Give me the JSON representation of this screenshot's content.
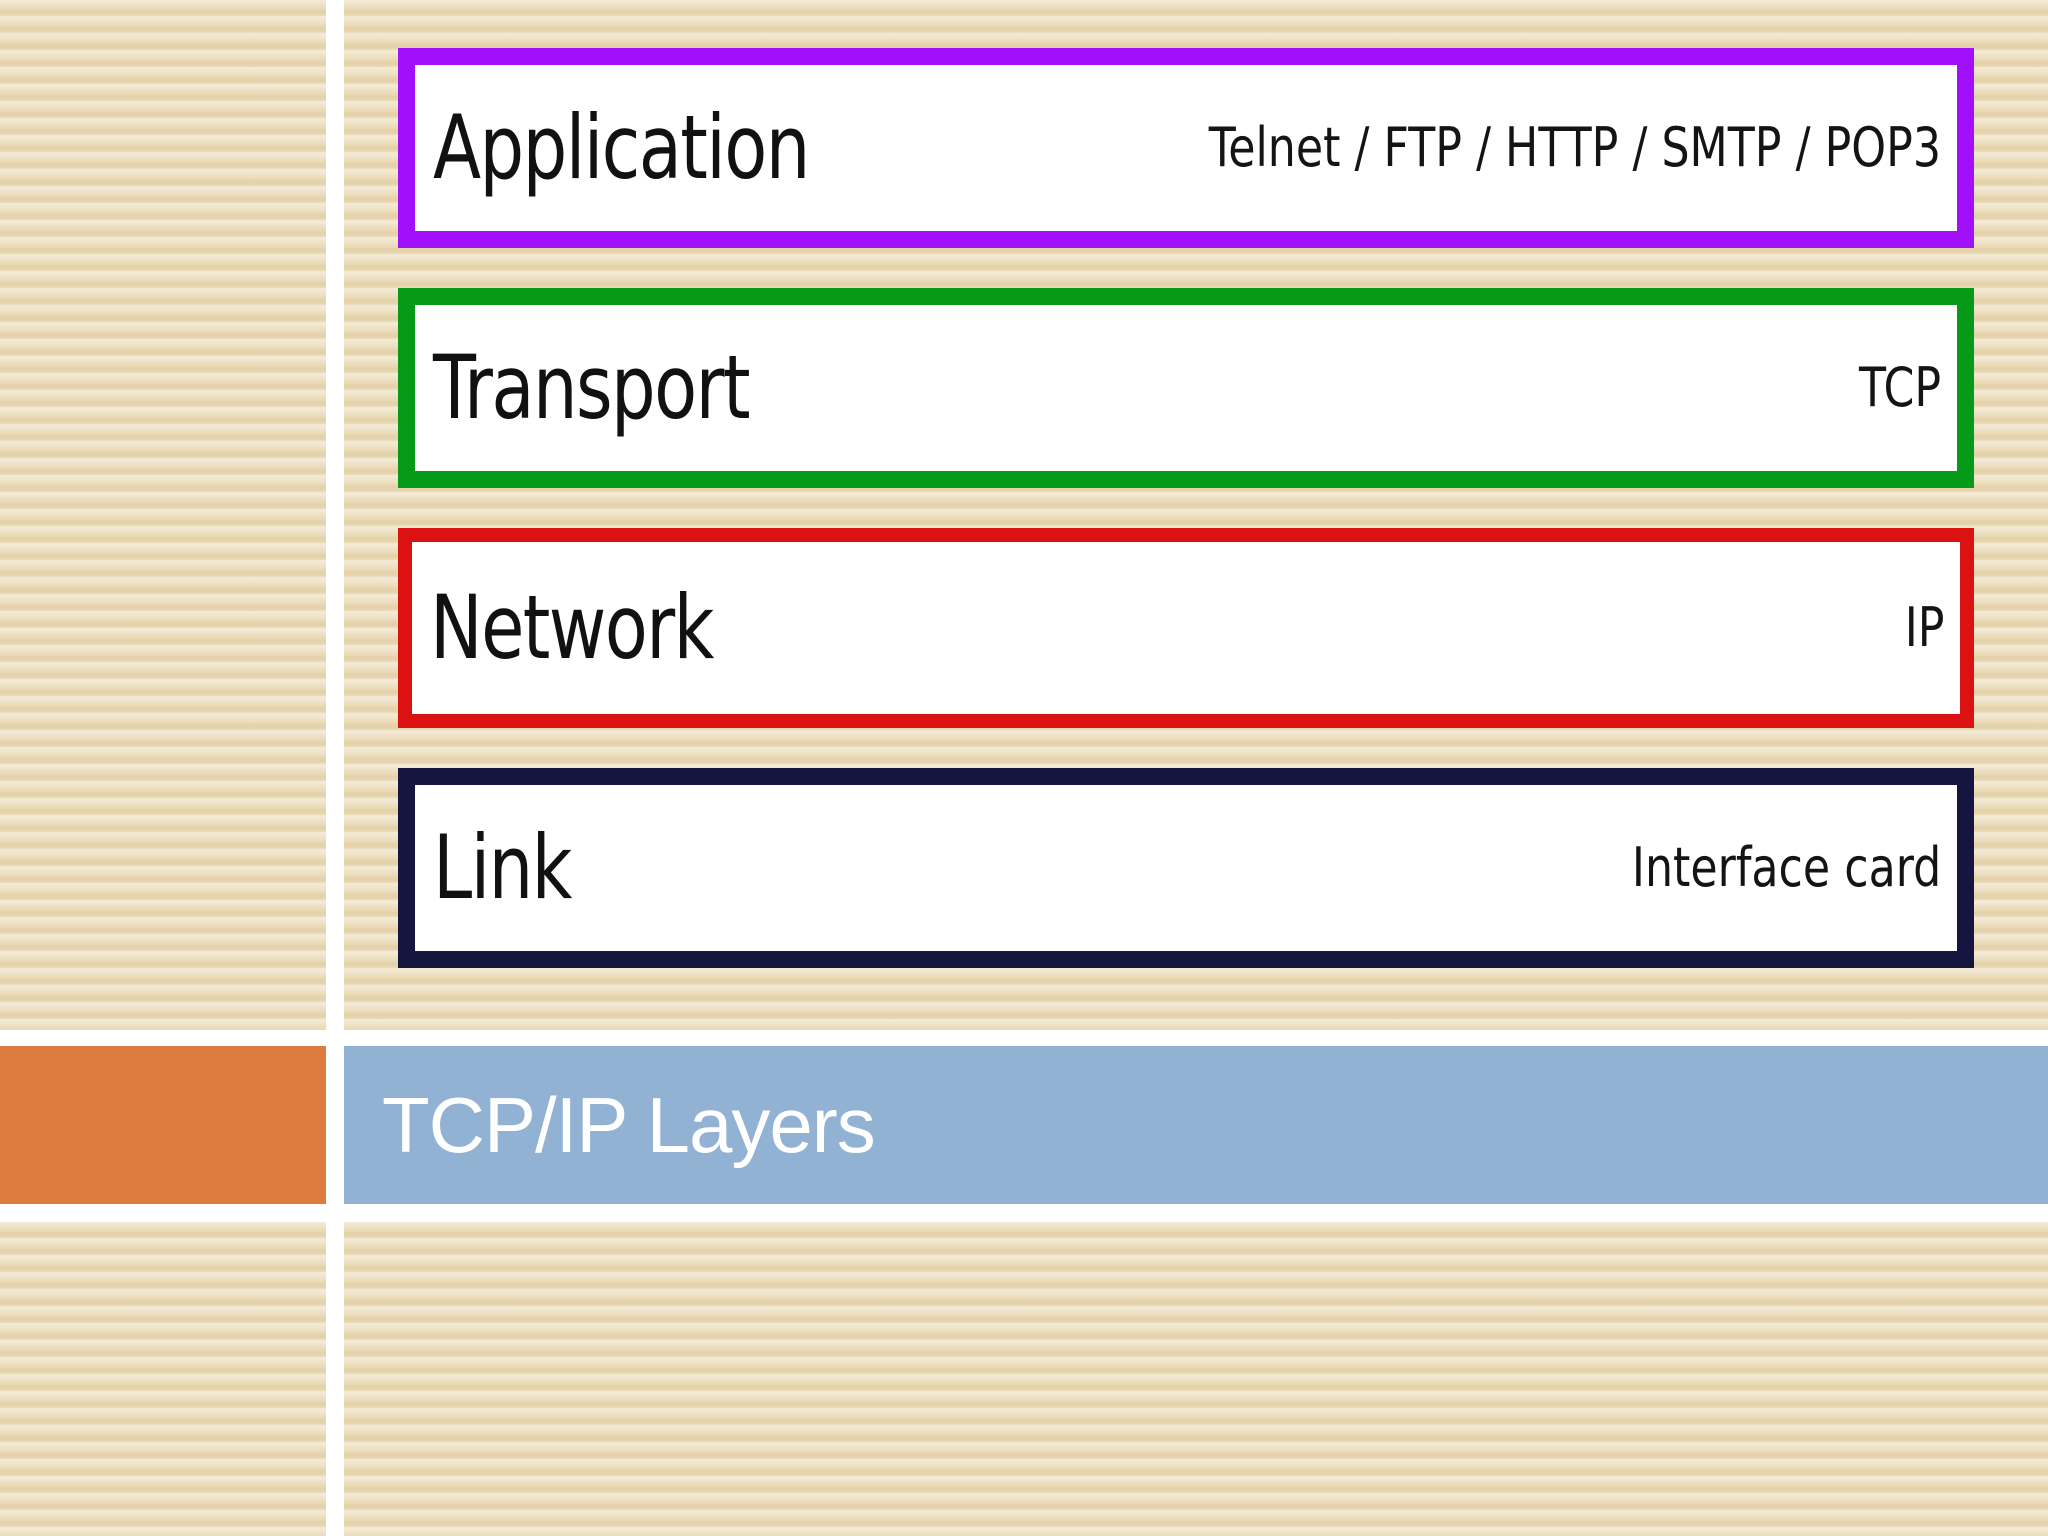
{
  "slide": {
    "title": "TCP/IP Layers",
    "background_color": "#ead9b4",
    "banner_left_color": "#dc7d3f",
    "banner_band_color": "#91b2d3",
    "banner_title_color": "#ffffff"
  },
  "layers": [
    {
      "name": "Application",
      "protocols": "Telnet / FTP / HTTP / SMTP / POP3",
      "border_color": "#a10ffb",
      "fill_color": "#ffffff"
    },
    {
      "name": "Transport",
      "protocols": "TCP",
      "border_color": "#059b18",
      "fill_color": "#ffffff"
    },
    {
      "name": "Network",
      "protocols": "IP",
      "border_color": "#dc1111",
      "fill_color": "#ffffff"
    },
    {
      "name": "Link",
      "protocols": "Interface card",
      "border_color": "#16153f",
      "fill_color": "#ffffff"
    }
  ]
}
